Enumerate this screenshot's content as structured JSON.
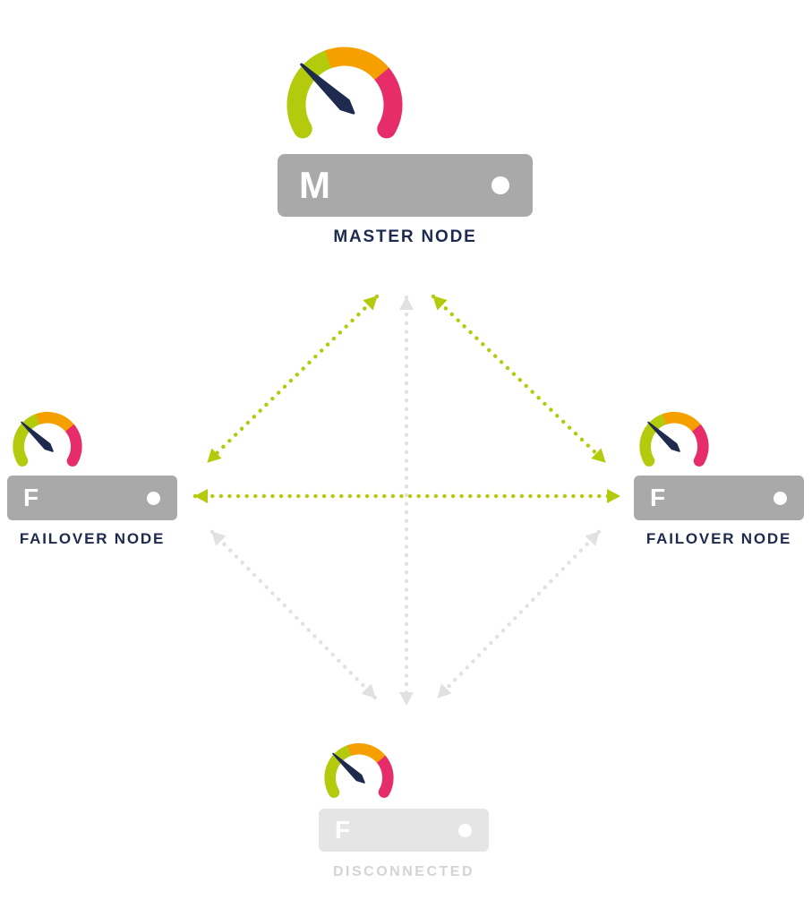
{
  "diagram": {
    "title": "cluster-topology",
    "nodes": {
      "master": {
        "letter": "M",
        "label": "MASTER NODE"
      },
      "failover_left": {
        "letter": "F",
        "label": "FAILOVER NODE"
      },
      "failover_right": {
        "letter": "F",
        "label": "FAILOVER NODE"
      },
      "disconnected": {
        "letter": "F",
        "label": "DISCONNECTED"
      }
    },
    "links": [
      {
        "from": "master",
        "to": "failover_left",
        "status": "active",
        "style": "dotted-double-arrow"
      },
      {
        "from": "master",
        "to": "failover_right",
        "status": "active",
        "style": "dotted-double-arrow"
      },
      {
        "from": "failover_left",
        "to": "failover_right",
        "status": "active",
        "style": "dotted-double-arrow"
      },
      {
        "from": "master",
        "to": "disconnected",
        "status": "inactive",
        "style": "dotted-double-arrow"
      },
      {
        "from": "failover_left",
        "to": "disconnected",
        "status": "inactive",
        "style": "dotted-double-arrow"
      },
      {
        "from": "failover_right",
        "to": "disconnected",
        "status": "inactive",
        "style": "dotted-double-arrow"
      }
    ],
    "colors": {
      "gauge_green": "#b4ca0c",
      "gauge_orange": "#f6a000",
      "gauge_pink": "#e62d69",
      "needle_navy": "#1e2a4e",
      "node_gray": "#a9a9a9",
      "node_disconnected": "#e5e5e5",
      "label_navy": "#1e2a4e",
      "label_disabled": "#d4d4d4",
      "link_active": "#b4ca0c",
      "link_inactive": "#e1e1e1"
    }
  }
}
